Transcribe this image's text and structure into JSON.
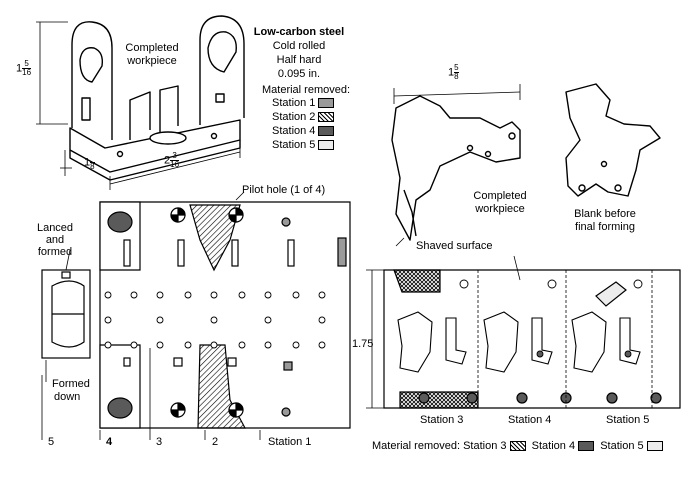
{
  "material": {
    "title": "Low-carbon steel",
    "line2": "Cold rolled",
    "line3": "Half hard",
    "line4": "0.095 in."
  },
  "legend_left": {
    "title": "Material removed:",
    "items": [
      {
        "label": "Station 1",
        "fill": "#9a9a9a"
      },
      {
        "label": "Station 2",
        "fill": "diagonal-hatch"
      },
      {
        "label": "Station 4",
        "fill": "#5a5a5a"
      },
      {
        "label": "Station 5",
        "fill": "#ececec"
      }
    ]
  },
  "bracket": {
    "caption_l1": "Completed",
    "caption_l2": "workpiece",
    "height_whole": "1",
    "height_num": "5",
    "height_den": "16",
    "thick_whole": "1",
    "thick_den": "8",
    "length_whole": "2",
    "length_num": "3",
    "length_den": "16"
  },
  "strip_left": {
    "pilot_hole": "Pilot hole (1 of 4)",
    "lanced_l1": "Lanced",
    "lanced_l2": "and",
    "lanced_l3": "formed",
    "formed_l1": "Formed",
    "formed_l2": "down",
    "stations": [
      "5",
      "4",
      "3",
      "2",
      "Station 1"
    ]
  },
  "latch": {
    "width_whole": "1",
    "width_num": "5",
    "width_den": "8",
    "completed_l1": "Completed",
    "completed_l2": "workpiece",
    "blank_l1": "Blank before",
    "blank_l2": "final forming",
    "shaved": "Shaved surface"
  },
  "strip_right": {
    "height": "1.75",
    "stations": [
      "Station 3",
      "Station 4",
      "Station 5"
    ],
    "legend_title": "Material removed: Station 3",
    "legend_s4": "Station 4",
    "legend_s5": "Station 5"
  }
}
